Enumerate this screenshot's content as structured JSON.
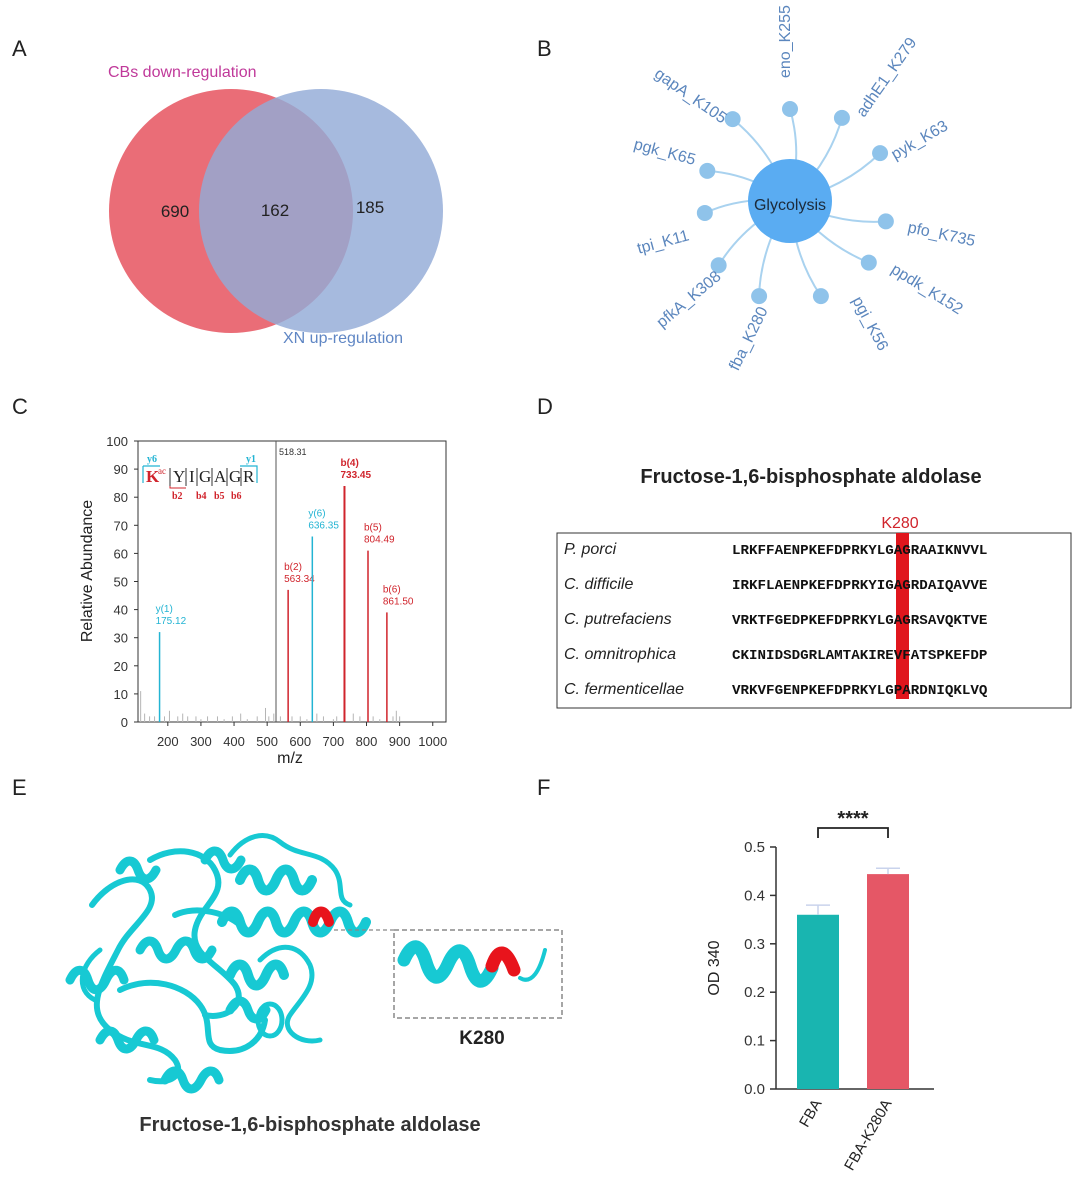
{
  "panels": {
    "A": "A",
    "B": "B",
    "C": "C",
    "D": "D",
    "E": "E",
    "F": "F"
  },
  "venn": {
    "left_label": "CBs down-regulation",
    "right_label": "XN up-regulation",
    "left_only": "690",
    "overlap": "162",
    "right_only": "185",
    "colors": {
      "left": "#e8616b",
      "right": "#92abd7",
      "left_text": "#c0399a",
      "right_text": "#5f86c4"
    }
  },
  "network": {
    "center": "Glycolysis",
    "nodes": [
      "eno_K255",
      "adhE1_K279",
      "pyk_K63",
      "pfo_K735",
      "ppdk_K152",
      "pgi_K56",
      "fba_K280",
      "pfkA_K308",
      "tpi_K11",
      "pgk_K65",
      "gapA_K105"
    ],
    "colors": {
      "hub": "#5aacf2",
      "node": "#8fc3ea",
      "text": "#5b86bd"
    }
  },
  "spectrum": {
    "ylabel": "Relative Abundance",
    "xlabel": "m/z",
    "yticks": [
      "0",
      "10",
      "20",
      "30",
      "40",
      "50",
      "60",
      "70",
      "80",
      "90",
      "100"
    ],
    "xticks": [
      "200",
      "300",
      "400",
      "500",
      "600",
      "700",
      "800",
      "900",
      "1000"
    ],
    "precursor": "518.31",
    "sequence": {
      "residues": [
        "K",
        "Y",
        "I",
        "G",
        "A",
        "G",
        "R"
      ],
      "ac_mark": "ac",
      "y_top": [
        "y6",
        "y1"
      ],
      "b_bottom": [
        "b2",
        "b4",
        "b5",
        "b6"
      ]
    },
    "peaks": [
      {
        "ion": "y(1)",
        "mz_label": "175.12",
        "series": "y"
      },
      {
        "ion": "b(2)",
        "mz_label": "563.34",
        "series": "b"
      },
      {
        "ion": "y(6)",
        "mz_label": "636.35",
        "series": "y"
      },
      {
        "ion": "b(4)",
        "mz_label": "733.45",
        "series": "b"
      },
      {
        "ion": "b(5)",
        "mz_label": "804.49",
        "series": "b"
      },
      {
        "ion": "b(6)",
        "mz_label": "861.50",
        "series": "b"
      }
    ],
    "colors": {
      "b": "#d0242c",
      "y": "#23b4d3"
    }
  },
  "alignment": {
    "title": "Fructose-1,6-bisphosphate aldolase",
    "site_label": "K280",
    "rows": [
      {
        "species": "P. porci",
        "seq": "LRKFFAENPKEFDPRKYLGAGRAAIKNVVL"
      },
      {
        "species": "C. difficile",
        "seq": "IRKFLAENPKEFDPRKYIGAGRDAIQAVVE"
      },
      {
        "species": "C. putrefaciens",
        "seq": "VRKTFGEDPKEFDPRKYLGAGRSAVQKTVE"
      },
      {
        "species": "C. omnitrophica",
        "seq": "CKINIDSDGRLAMTAKIREVFATSPKEFDP"
      },
      {
        "species": "C. fermenticellae",
        "seq": "VRKVFGENPKEFDPRKYLGPARDNIQKLVQ"
      }
    ],
    "highlight_color": "#e0161d"
  },
  "structure": {
    "caption": "Fructose-1,6-bisphosphate aldolase",
    "zoom_label": "K280",
    "colors": {
      "ribbon": "#17c9d3",
      "site": "#e8141c"
    }
  },
  "chart_data": {
    "type": "bar",
    "categories": [
      "FBA",
      "FBA-K280A"
    ],
    "values": [
      0.36,
      0.444
    ],
    "errors": [
      0.02,
      0.012
    ],
    "ylabel": "OD 340",
    "xlabel": "",
    "ylim": [
      0,
      0.5
    ],
    "yticks": [
      "0.0",
      "0.1",
      "0.2",
      "0.3",
      "0.4",
      "0.5"
    ],
    "significance": "****",
    "colors": [
      "#19b5b0",
      "#e55766"
    ]
  }
}
